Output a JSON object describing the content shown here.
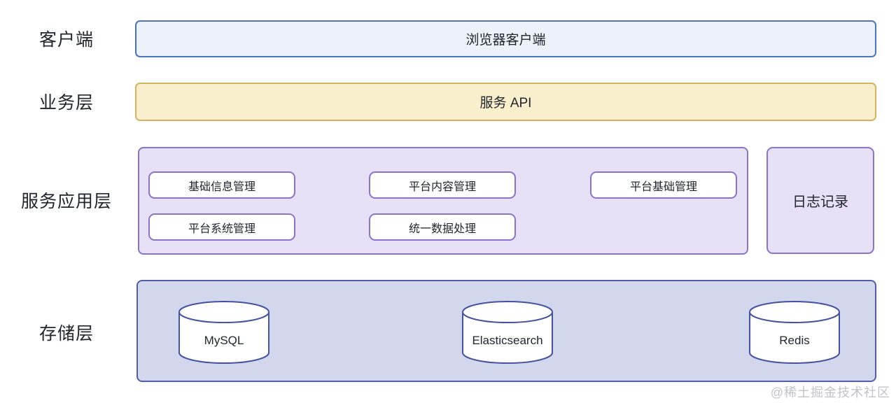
{
  "diagram": {
    "client_layer": {
      "label": "客户端",
      "box": "浏览器客户端"
    },
    "business_layer": {
      "label": "业务层",
      "box": "服务 API"
    },
    "service_layer": {
      "label": "服务应用层",
      "modules": [
        "基础信息管理",
        "平台内容管理",
        "平台基础管理",
        "平台系统管理",
        "统一数据处理"
      ],
      "log_box": "日志记录"
    },
    "storage_layer": {
      "label": "存储层",
      "databases": [
        "MySQL",
        "Elasticsearch",
        "Redis"
      ]
    },
    "watermark": "@稀土掘金技术社区"
  },
  "colors": {
    "client_fill": "#edf1fa",
    "client_border": "#4e73c0",
    "api_fill": "#faefcc",
    "api_border": "#d2b35f",
    "service_fill": "#e7e0f7",
    "service_border": "#8b74c7",
    "module_fill": "#ffffff",
    "storage_fill": "#d2d7ee",
    "storage_border": "#515ea6",
    "cylinder_border": "#45539f",
    "text": "#21262e",
    "watermark": "#c0c3ca"
  }
}
